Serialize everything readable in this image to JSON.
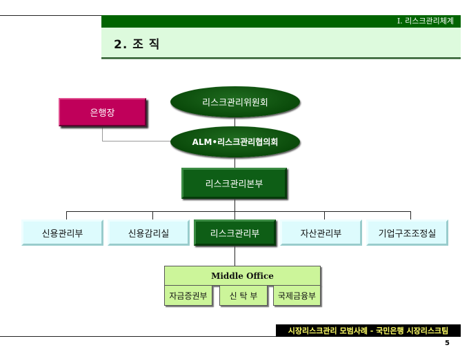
{
  "header": {
    "section": "I.  리스크관리체계",
    "title": "2. 조  직"
  },
  "org": {
    "committee": "리스크관리위원회",
    "alm_council": "ALM•리스크관리협의회",
    "ceo": "은행장",
    "hq": "리스크관리본부",
    "departments": [
      "신용관리부",
      "신용감리실",
      "리스크관리부",
      "자산관리부",
      "기업구조조정실"
    ],
    "middle_office": {
      "title": "Middle Office",
      "units": [
        "자금증권부",
        "신  탁  부",
        "국제금융부"
      ]
    }
  },
  "footer": {
    "caption": "시장리스크관리 모범사례 - 국민은행 시장리스크팀",
    "page": "5"
  },
  "colors": {
    "header_green": "#006400",
    "band": "#ddfafd",
    "ceo": "#c0005a",
    "dark_box": "#0e5e16",
    "light_box": "#ddfbfd",
    "middle_office": "#ccf59a",
    "footer_text": "#ffff66"
  }
}
